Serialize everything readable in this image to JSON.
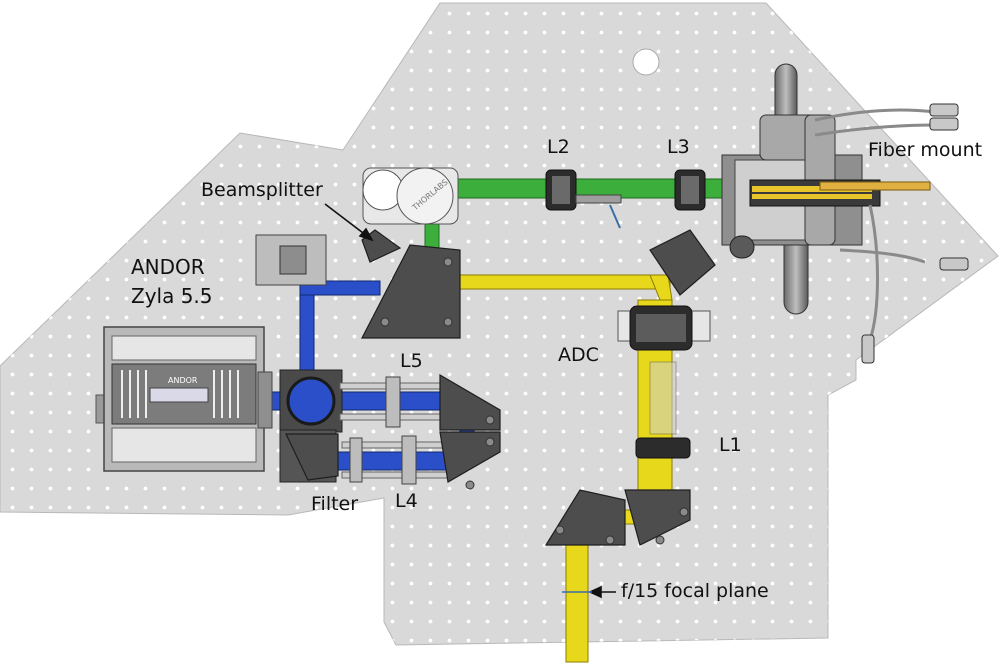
{
  "labels": {
    "beamsplitter": "Beamsplitter",
    "camera_line1": "ANDOR",
    "camera_line2": "Zyla 5.5",
    "l2": "L2",
    "l3": "L3",
    "fiber_mount": "Fiber mount",
    "adc": "ADC",
    "l1": "L1",
    "l5": "L5",
    "l4": "L4",
    "filter": "Filter",
    "focal_plane": "f/15 focal plane"
  },
  "camera_brand_text": "ANDOR",
  "beamsplitter_mount_text": "THORLABS",
  "colors": {
    "breadboard": "#d8d8d8",
    "hole": "#ffffff",
    "green_beam": "#3cae3c",
    "yellow_beam": "#e8d81c",
    "blue_beam": "#2a4fc9",
    "mount_dark": "#4d4d4d",
    "steel": "#c9c9c9"
  }
}
